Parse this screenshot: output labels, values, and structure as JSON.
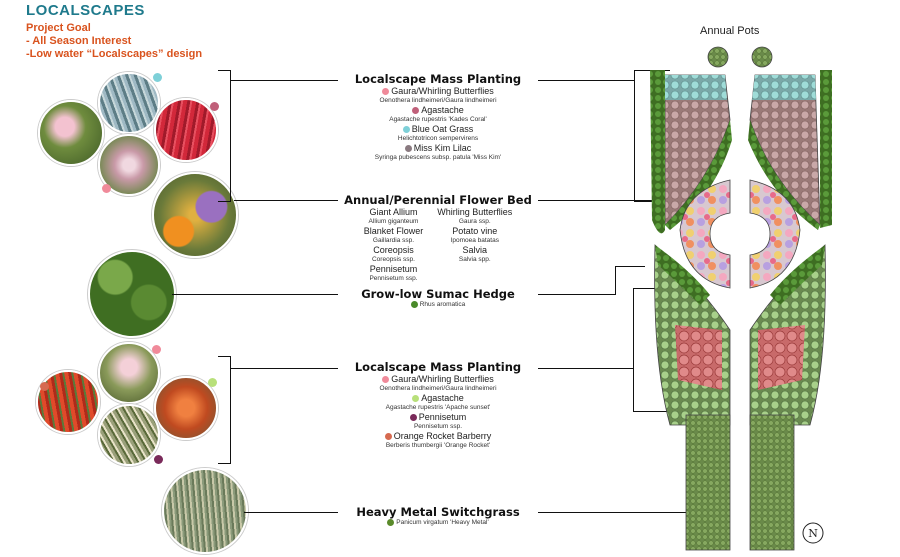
{
  "title": "LOCALSCAPES",
  "goals": [
    "Project Goal",
    "- All Season Interest",
    "-Low water “Localscapes” design"
  ],
  "plan_label": "Annual Pots",
  "sections": {
    "mass1": {
      "title": "Localscape Mass Planting",
      "plants": [
        {
          "name": "Gaura/Whirling Butterflies",
          "sci": "Oenothera lindheimeri/Gaura lindheimeri",
          "color": "#f08a9a"
        },
        {
          "name": "Agastache",
          "sci": "Agastache rupestris 'Kades Coral'",
          "color": "#c0607a"
        },
        {
          "name": "Blue Oat Grass",
          "sci": "Helichtotricon sempervirens",
          "color": "#7ed0d8"
        },
        {
          "name": "Miss Kim Lilac",
          "sci": "Syringa pubescens subsp. patula 'Miss Kim'",
          "color": "#8a7a80"
        }
      ]
    },
    "flowerbed": {
      "title": "Annual/Perennial Flower Bed",
      "left": [
        {
          "name": "Giant Allium",
          "sci": "Allium giganteum"
        },
        {
          "name": "Blanket Flower",
          "sci": "Gaillardia ssp."
        },
        {
          "name": "Coreopsis",
          "sci": "Coreopsis ssp."
        },
        {
          "name": "Pennisetum",
          "sci": "Pennisetum ssp."
        }
      ],
      "right": [
        {
          "name": "Whirling Butterflies",
          "sci": "Gaura ssp."
        },
        {
          "name": "Potato vine",
          "sci": "Ipomoea batatas"
        },
        {
          "name": "Salvia",
          "sci": "Salvia spp."
        }
      ]
    },
    "hedge": {
      "title": "Grow-low Sumac Hedge",
      "plants": [
        {
          "name": "",
          "sci": "Rhus aromatica",
          "color": "#4a8a2a"
        }
      ]
    },
    "mass2": {
      "title": "Localscape Mass Planting",
      "plants": [
        {
          "name": "Gaura/Whirling Butterflies",
          "sci": "Oenothera lindheimeri/Gaura lindheimeri",
          "color": "#f08a9a"
        },
        {
          "name": "Agastache",
          "sci": "Agastache rupestris 'Apache sunset'",
          "color": "#b8e07a"
        },
        {
          "name": "Pennisetum",
          "sci": "Pennisetum ssp.",
          "color": "#7a2a5a"
        },
        {
          "name": "Orange Rocket Barberry",
          "sci": "Berberis thumbergii 'Orange Rocket'",
          "color": "#d66a50"
        }
      ]
    },
    "switch": {
      "title": "Heavy Metal Switchgrass",
      "plants": [
        {
          "name": "",
          "sci": "Panicum virgatum 'Heavy Metal'",
          "color": "#5a8a2a"
        }
      ]
    }
  },
  "colors": {
    "accent": "#1f7a8c",
    "goal": "#d9531e"
  }
}
